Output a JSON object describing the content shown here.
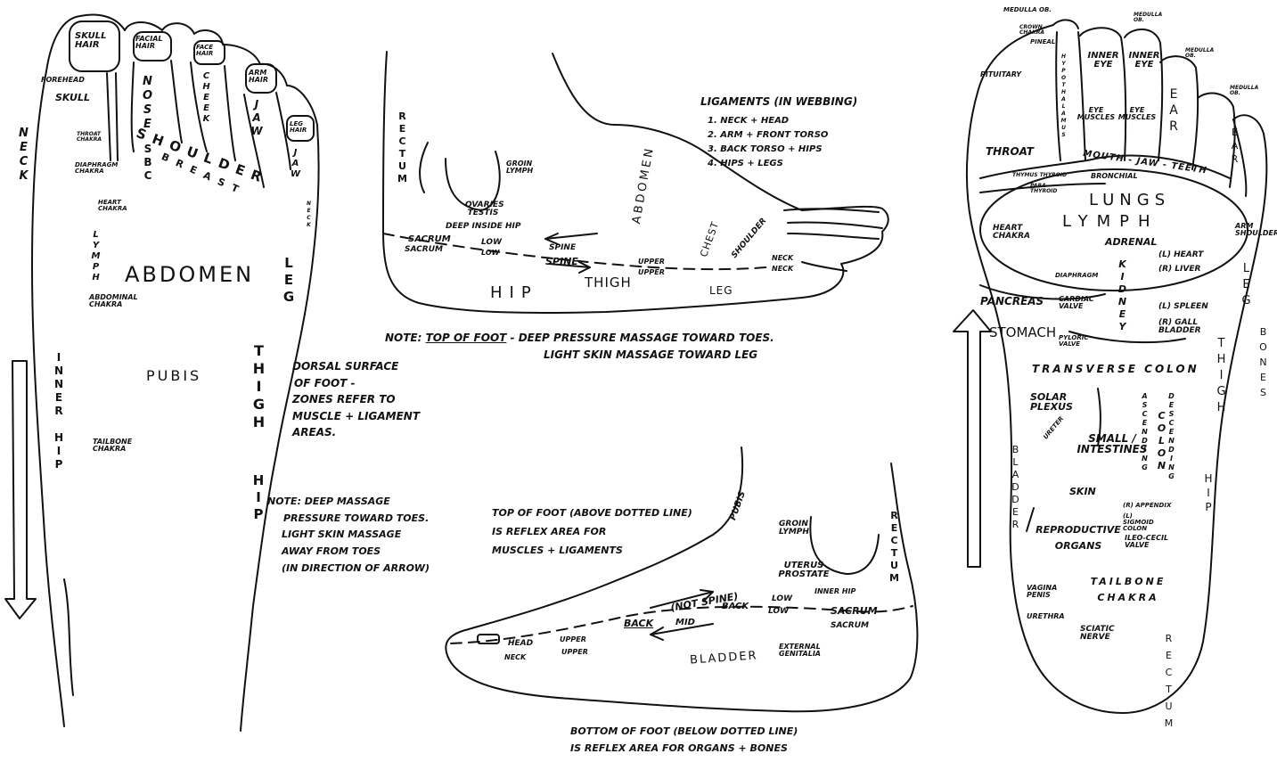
{
  "left_foot": {
    "toes": {
      "skull_hair": "SKULL HAIR",
      "facial_hair": "FACIAL HAIR",
      "face_hair": "FACE HAIR",
      "arm_hair": "ARM HAIR",
      "leg_hair": "LEG HAIR"
    },
    "neck": "NECK",
    "forehead": "FOREHEAD",
    "skull": "SKULL",
    "nose": "NOSE",
    "cheek": "CHEEK",
    "jaw": "JAW",
    "jaw2": "JAW",
    "neck_small": "NECK",
    "throat_chakra": "THROAT CHAKRA",
    "diaphragm_chakra": "DIAPHRAGM CHAKRA",
    "shoulder": "SHOULDER",
    "breast": "BREAST",
    "sbc": "SBC",
    "heart_chakra": "HEART CHAKRA",
    "lymph": "LYMPH",
    "abdomen": "ABDOMEN",
    "abdominal_chakra": "ABDOMINAL CHAKRA",
    "pubis": "PUBIS",
    "inner_hip": "INNER HIP",
    "tailbone_chakra": "TAILBONE CHAKRA",
    "leg": "LEG",
    "thigh": "THIGH",
    "hip": "HIP",
    "dorsal_note": [
      "DORSAL SURFACE",
      "OF FOOT -",
      "ZONES REFER TO",
      "MUSCLE + LIGAMENT",
      "AREAS."
    ],
    "massage_note": [
      "NOTE: DEEP MASSAGE",
      "PRESSURE TOWARD TOES.",
      "LIGHT SKIN MASSAGE",
      "AWAY FROM TOES",
      "(IN DIRECTION OF ARROW)"
    ]
  },
  "top_center": {
    "rectum": "RECTUM",
    "groin_lymph": "GROIN LYMPH",
    "ovaries_testis": "OVARIES TESTIS",
    "deep_inside_hip": "DEEP INSIDE HIP",
    "sacrum": "SACRUM",
    "sacrum2": "SACRUM",
    "low": "LOW",
    "low2": "LOW",
    "spine": "SPINE",
    "spine2": "SPINE",
    "upper": "UPPER",
    "upper2": "UPPER",
    "abdomen": "ABDOMEN",
    "chest": "CHEST",
    "shoulder": "SHOULDER",
    "neck": "NECK",
    "neck2": "NECK",
    "hip": "HIP",
    "thigh": "THIGH",
    "leg": "LEG",
    "ligaments_title": "LIGAMENTS (IN WEBBING)",
    "ligaments": [
      "1. NECK + HEAD",
      "2. ARM + FRONT TORSO",
      "3. BACK TORSO + HIPS",
      "4. HIPS + LEGS"
    ],
    "note_prefix": "NOTE:",
    "note_emph": "TOP OF FOOT",
    "note_line1": "- DEEP PRESSURE MASSAGE TOWARD TOES.",
    "note_line2": "LIGHT SKIN MASSAGE TOWARD LEG"
  },
  "bottom_center": {
    "top_note": [
      "TOP OF FOOT (ABOVE DOTTED LINE)",
      "IS REFLEX AREA FOR",
      "MUSCLES + LIGAMENTS"
    ],
    "pubis": "PUBIS",
    "groin_lymph": "GROIN LYMPH",
    "rectum": "RECTUM",
    "uterus_prostate": "UTERUS PROSTATE",
    "inner_hip": "INNER HIP",
    "head": "HEAD",
    "neck": "NECK",
    "upper": "UPPER",
    "upper2": "UPPER",
    "back": "BACK",
    "mid": "MID",
    "not_spine": "(NOT SPINE)",
    "back2": "BACK",
    "low": "LOW",
    "low2": "LOW",
    "sacrum": "SACRUM",
    "sacrum2": "SACRUM",
    "external_genitalia": "EXTERNAL GENITALIA",
    "bladder": "BLADDER",
    "bottom_note": [
      "BOTTOM OF FOOT (BELOW DOTTED LINE)",
      "IS REFLEX AREA FOR ORGANS + BONES"
    ]
  },
  "right_foot": {
    "medulla": "MEDULLA OB.",
    "crown_chakra": "CROWN CHAKRA",
    "pineal": "PINEAL",
    "pituitary": "PITUITARY",
    "hypothalamus": "HYPOTHALAMUS",
    "inner_eye": "INNER EYE",
    "eye_muscles": "EYE MUSCLES",
    "ear": "EAR",
    "throat": "THROAT",
    "mouth_jaw_teeth": "MOUTH - JAW - TEETH",
    "thymus": "THYMUS THYROID",
    "parathyroid": "PARA-THYROID",
    "bronchial": "BRONCHIAL",
    "lungs": "LUNGS",
    "lymph": "LYMPH",
    "heart_chakra": "HEART CHAKRA",
    "adrenal": "ADRENAL",
    "arm_shoulder": "ARM SHOULDER",
    "heart": "(L) HEART",
    "liver": "(R) LIVER",
    "diaphragm": "DIAPHRAGM",
    "kidney": "KIDNEY",
    "pancreas": "PANCREAS",
    "cardiac_valve": "CARDIAC VALVE",
    "spleen": "(L) SPLEEN",
    "gall_bladder": "(R) GALL BLADDER",
    "stomach": "STOMACH",
    "pyloric_valve": "PYLORIC VALVE",
    "transverse_colon": "TRANSVERSE COLON",
    "solar_plexus": "SOLAR PLEXUS",
    "ureter": "URETER",
    "small_intestines": "SMALL / INTESTINES",
    "ascending": "ASCENDING",
    "colon": "COLON",
    "descending": "DESCENDING",
    "skin": "SKIN",
    "appendix": "(R) APPENDIX",
    "sigmoid": "(L) SIGMOID COLON",
    "ileo_cecal": "ILEO-CECIL VALVE",
    "reproductive_organs": "REPRODUCTIVE ORGANS",
    "tailbone_chakra": "TAILBONE CHAKRA",
    "vagina_penis": "VAGINA PENIS",
    "urethra": "URETHRA",
    "sciatic_nerve": "SCIATIC NERVE",
    "rectum": "RECTUM",
    "bladder": "BLADDER",
    "leg": "LEG",
    "thigh": "THIGH",
    "hip": "HIP",
    "bones": "BONES"
  }
}
